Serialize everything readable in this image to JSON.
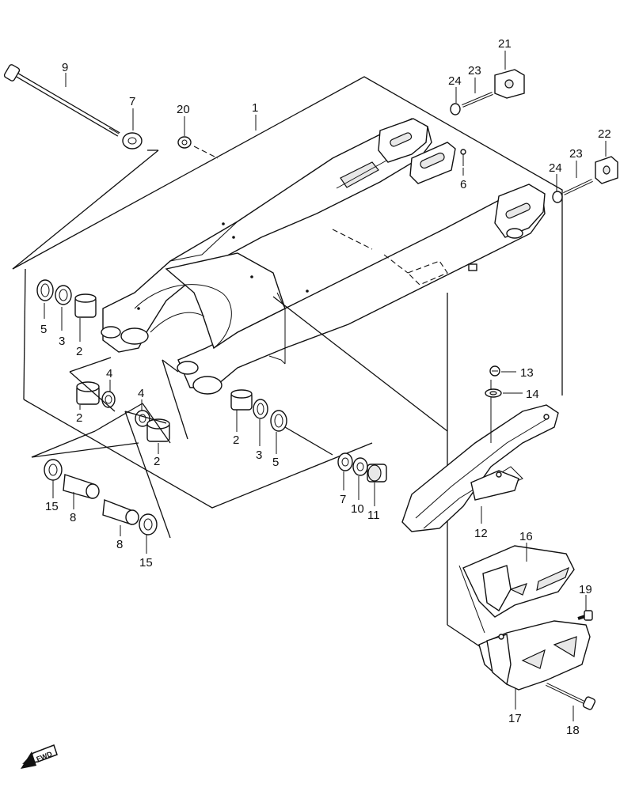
{
  "diagram": {
    "part_labels": [
      "1",
      "2",
      "2",
      "2",
      "2",
      "3",
      "3",
      "4",
      "4",
      "5",
      "5",
      "6",
      "7",
      "7",
      "8",
      "8",
      "9",
      "10",
      "11",
      "12",
      "13",
      "14",
      "15",
      "15",
      "16",
      "17",
      "18",
      "19",
      "20",
      "21",
      "22",
      "23",
      "23",
      "24",
      "24"
    ],
    "fwd_label": "FWD"
  }
}
